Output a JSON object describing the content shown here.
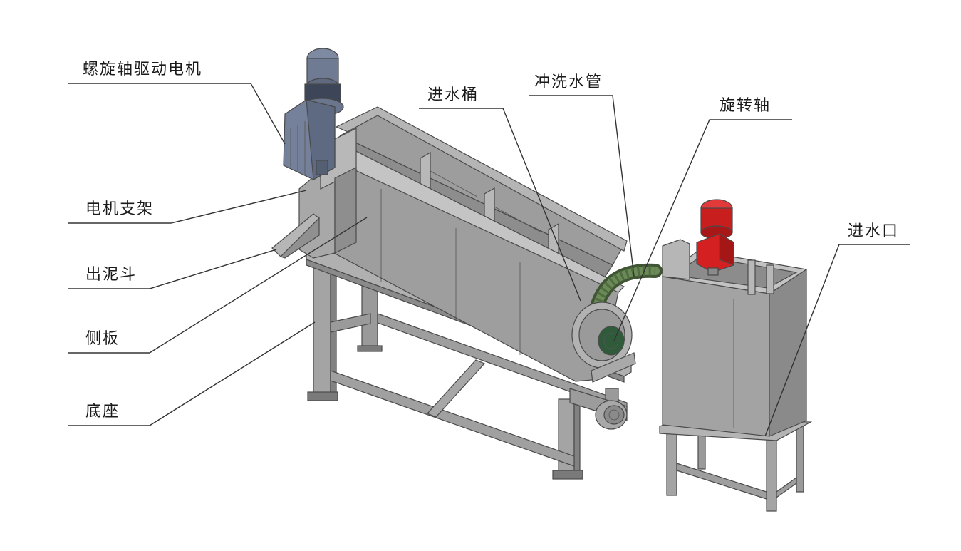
{
  "labels": {
    "screw_shaft_motor": "螺旋轴驱动电机",
    "motor_bracket": "电机支架",
    "sludge_outlet": "出泥斗",
    "side_plate": "侧板",
    "base": "底座",
    "inlet_tank": "进水桶",
    "flush_pipe": "冲洗水管",
    "rotating_shaft": "旋转轴",
    "water_inlet": "进水口"
  },
  "colors": {
    "steel_light": "#a9a9a9",
    "steel_mid": "#8c8c8c",
    "steel_dark": "#6e6e6e",
    "motor_blue_gray": "#707c94",
    "motor_red": "#d42020",
    "hose_green": "#4f6b40",
    "leader_line": "#333333"
  }
}
